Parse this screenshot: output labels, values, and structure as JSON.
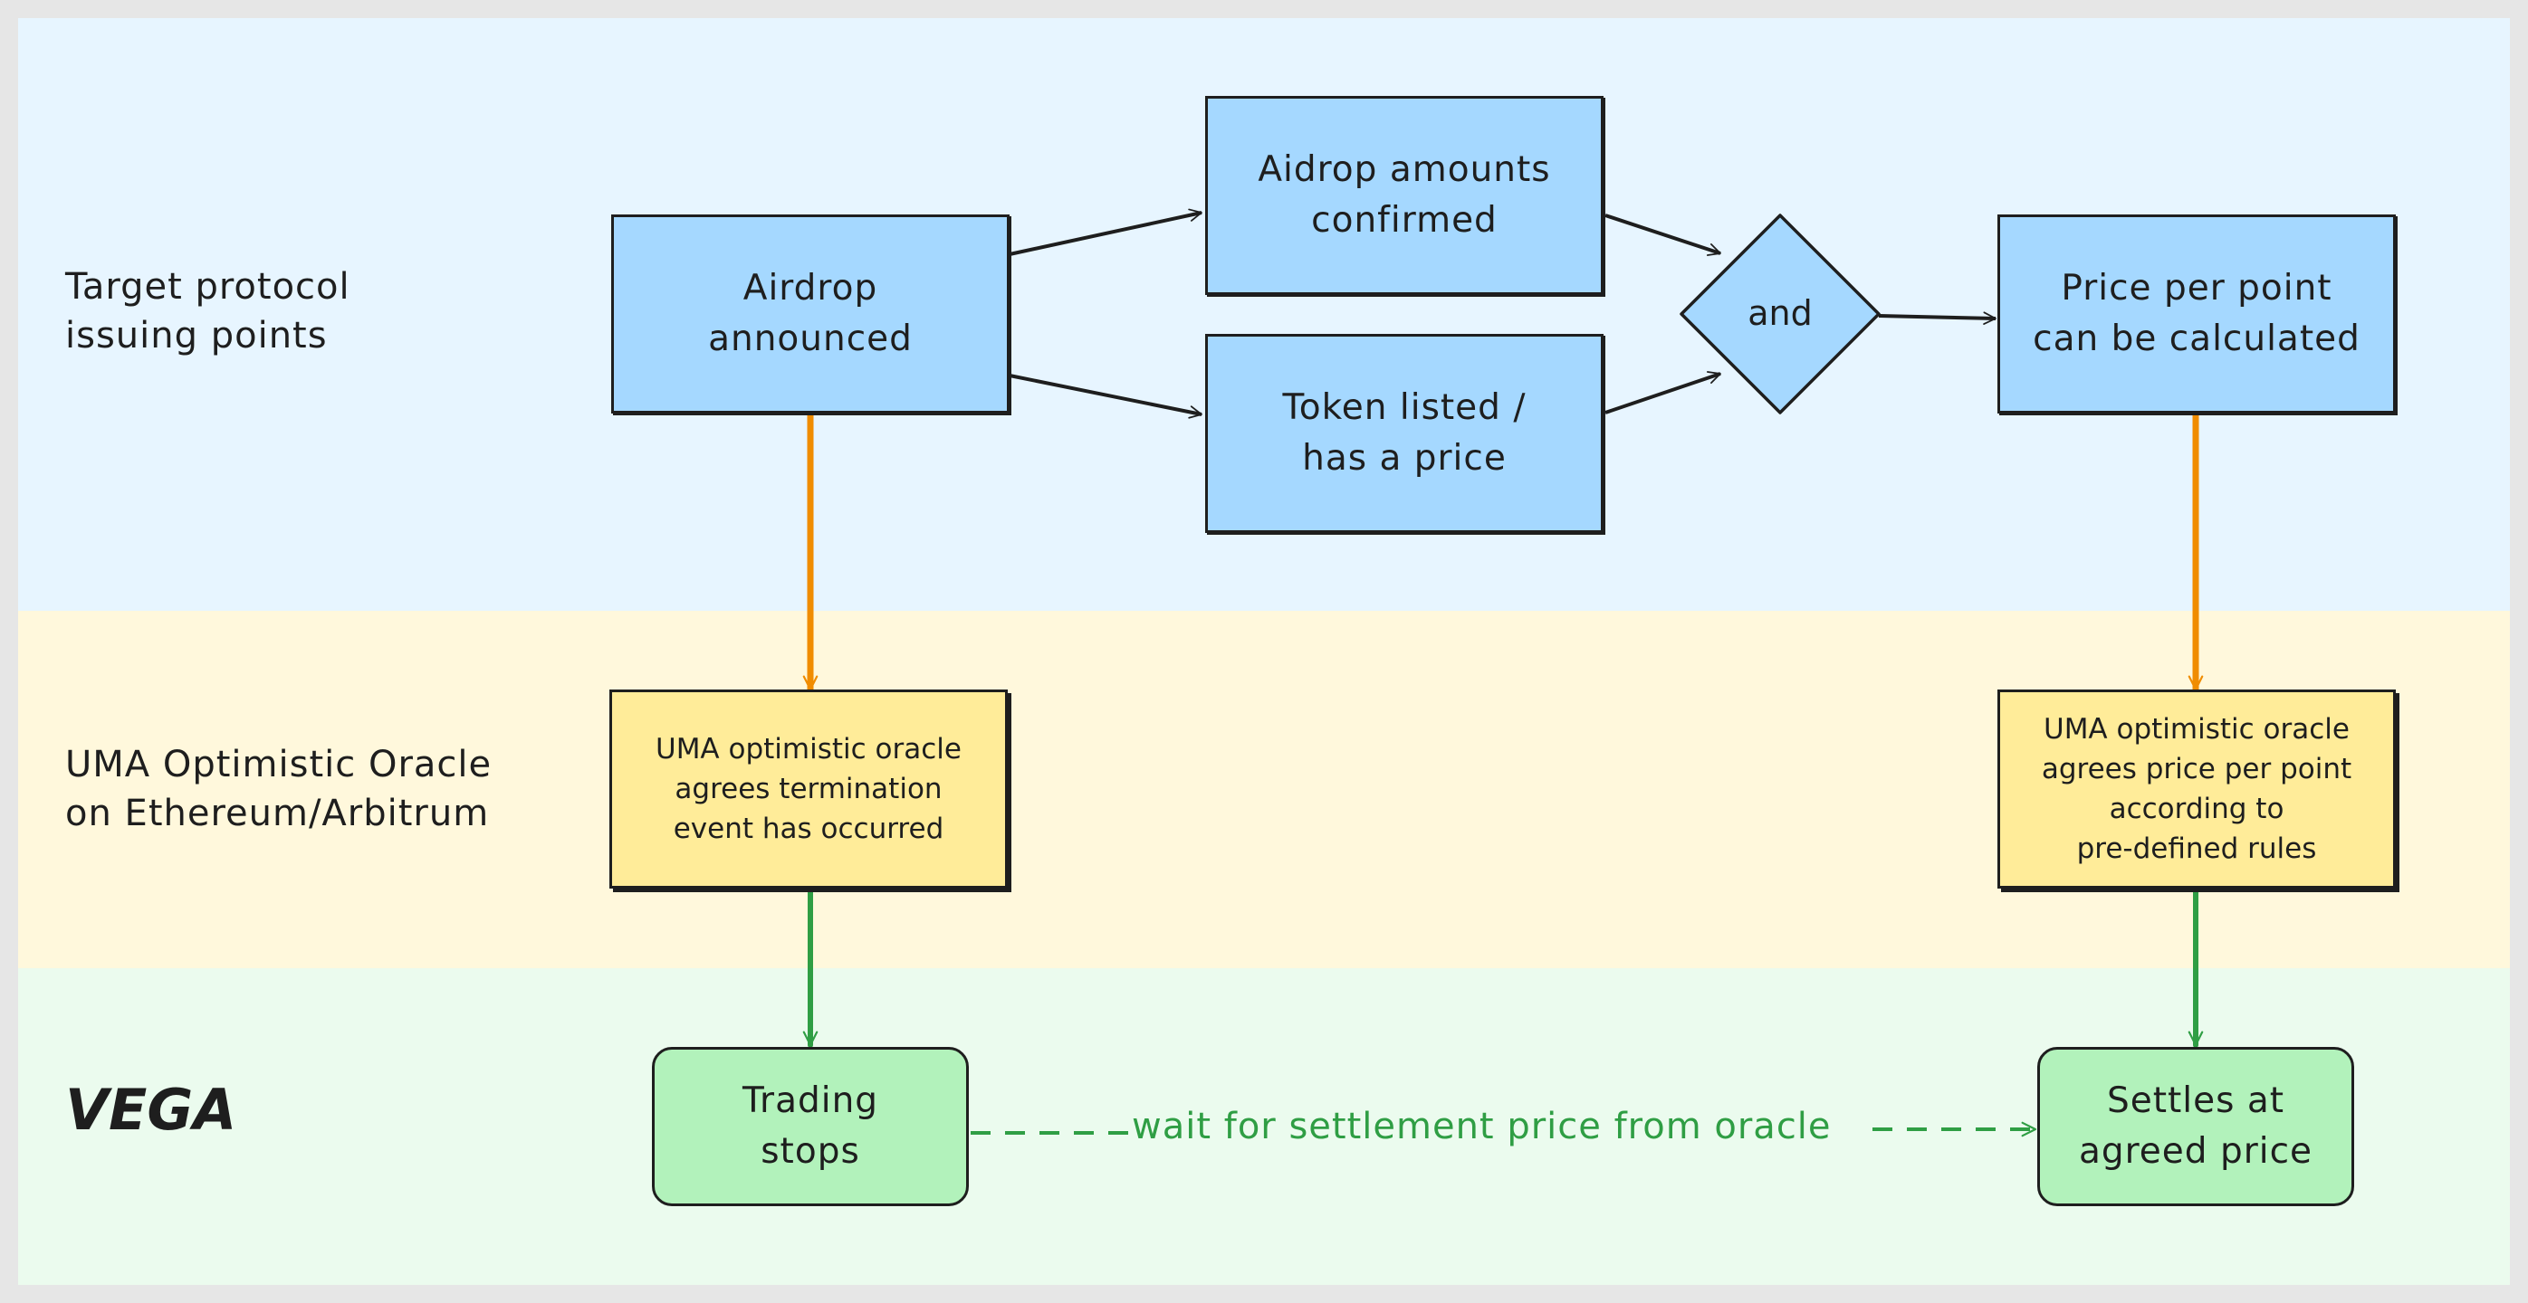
{
  "lanes": {
    "protocol": "Target protocol\nissuing points",
    "oracle": "UMA Optimistic Oracle\non Ethereum/Arbitrum",
    "vega": "VEGA"
  },
  "nodes": {
    "airdrop_announced": "Airdrop\nannounced",
    "amounts_confirmed": "Aidrop amounts\nconfirmed",
    "token_listed": "Token listed /\nhas a price",
    "and_gate": "and",
    "price_per_point": "Price per point\ncan be calculated",
    "uma_termination": "UMA optimistic oracle\nagrees termination\nevent has occurred",
    "uma_price": "UMA optimistic oracle\nagrees price per point\naccording to\npre-defined rules",
    "trading_stops": "Trading\nstops",
    "settles": "Settles at\nagreed price"
  },
  "edges": {
    "wait_label": "wait for settlement price from oracle"
  },
  "colors": {
    "lane_protocol": "#e7f5ff",
    "lane_oracle": "#fff8dc",
    "lane_vega": "#ebfbee",
    "node_blue": "#a5d8ff",
    "node_yellow": "#ffec99",
    "node_green": "#b2f2bb",
    "arrow_orange": "#f08c00",
    "arrow_green": "#2f9e44",
    "stroke": "#1e1e1e"
  }
}
